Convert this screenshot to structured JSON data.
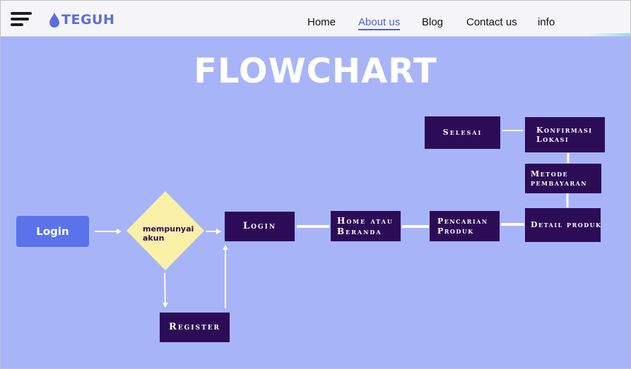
{
  "navbar": {
    "brand": "TEGUH",
    "links": [
      "Home",
      "About us",
      "Blog",
      "Contact us",
      "info"
    ],
    "active_link": "About us"
  },
  "icons": {
    "menu": "hamburger-menu-icon",
    "brand": "water-drop-icon"
  },
  "colors": {
    "canvas_background": "#a8b4f8",
    "process_box": "#2c0c57",
    "decision_fill": "#faf0a8",
    "start_button": "#5a72ea",
    "brand": "#5a6ce0",
    "connector": "#ffffff"
  },
  "diagram": {
    "title": "FLOWCHART",
    "start_label": "Login",
    "decision_label": "mempunyai\nakun",
    "nodes": {
      "login": "Login",
      "register": "Register",
      "home": "Home atau\nBeranda",
      "search": "Pencarian\nProduk",
      "detail": "Detail produk",
      "payment": "Metode\npembayaran",
      "confirm": "Konfirmasi\nLokasi",
      "done": "Selesai"
    }
  }
}
